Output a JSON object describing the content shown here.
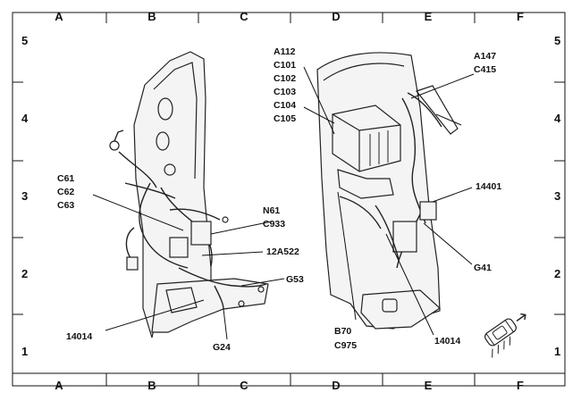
{
  "grid": {
    "columns": [
      "A",
      "B",
      "C",
      "D",
      "E",
      "F"
    ],
    "rows": [
      "5",
      "4",
      "3",
      "2",
      "1"
    ]
  },
  "callouts": {
    "a112": "A112",
    "c101": "C101",
    "c102": "C102",
    "c103": "C103",
    "c104": "C104",
    "c105": "C105",
    "a147": "A147",
    "c415": "C415",
    "c61": "C61",
    "c62": "C62",
    "c63": "C63",
    "n61": "N61",
    "c933": "C933",
    "p12a522": "12A522",
    "g53": "G53",
    "p14014_left": "14014",
    "g24": "G24",
    "p14401": "14401",
    "g41": "G41",
    "b70": "B70",
    "c975": "C975",
    "p14014_right": "14014"
  },
  "icons": [
    "vehicle-orientation-icon"
  ]
}
